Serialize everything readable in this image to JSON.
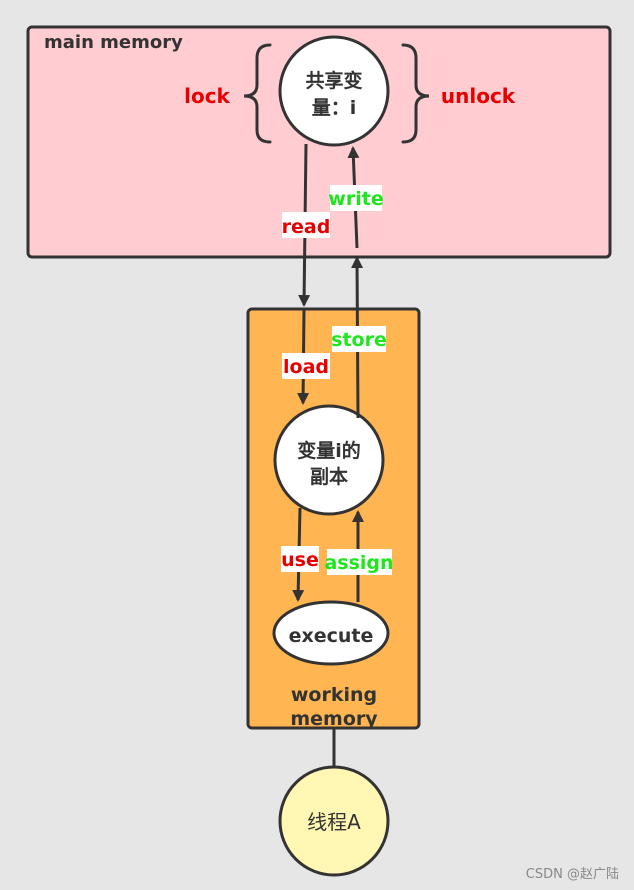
{
  "diagram": {
    "main_memory": {
      "title": "main memory",
      "shared_variable_line1": "共享变",
      "shared_variable_line2": "量：i",
      "lock_label": "lock",
      "unlock_label": "unlock"
    },
    "working_memory": {
      "title_line1": "working",
      "title_line2": "memory",
      "copy_line1": "变量i的",
      "copy_line2": "副本",
      "execute_label": "execute"
    },
    "thread": {
      "label": "线程A"
    },
    "operations": {
      "read": "read",
      "write": "write",
      "load": "load",
      "store": "store",
      "use": "use",
      "assign": "assign"
    },
    "watermark": "CSDN @赵广陆",
    "colors": {
      "background": "#e6e6e6",
      "main_memory_fill": "#ffccd1",
      "working_memory_fill": "#ffb552",
      "thread_fill": "#fff7b3",
      "red_label": "#e60000",
      "green_label": "#1ee61e",
      "stroke": "#333333"
    }
  }
}
